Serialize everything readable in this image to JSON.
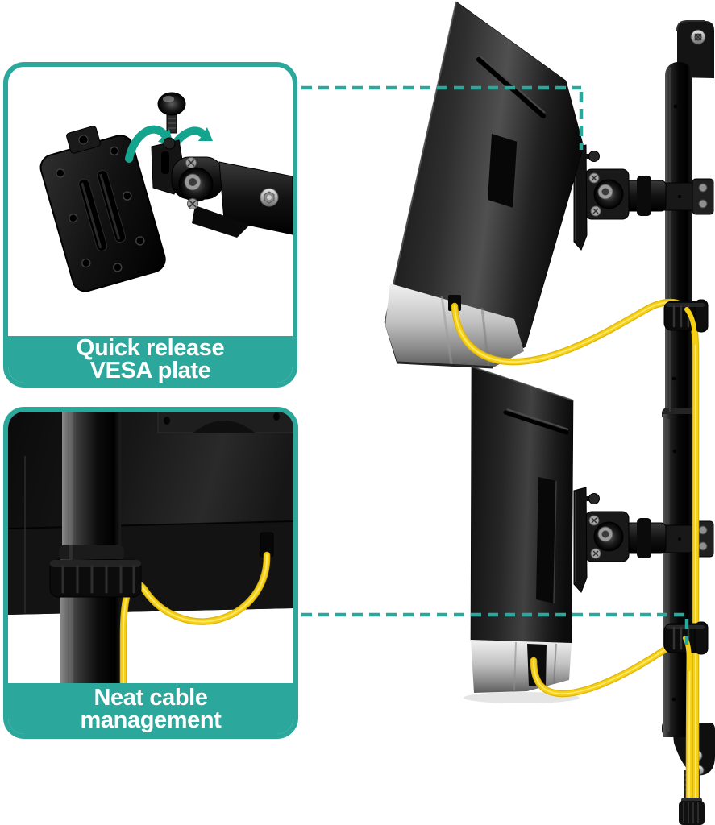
{
  "callouts": {
    "vesa_plate": {
      "line1": "Quick release",
      "line2": "VESA plate"
    },
    "cable_management": {
      "line1": "Neat cable",
      "line2": "management"
    }
  },
  "colors": {
    "accent_teal": "#2BA89B",
    "arrow_teal": "#14A38C",
    "cable_yellow": "#F5D013",
    "background": "#FFFFFF"
  },
  "icons": {
    "quick_release_arrows": "two-curved-teal-arrows",
    "callout_connectors": "teal-dashed-lines"
  }
}
